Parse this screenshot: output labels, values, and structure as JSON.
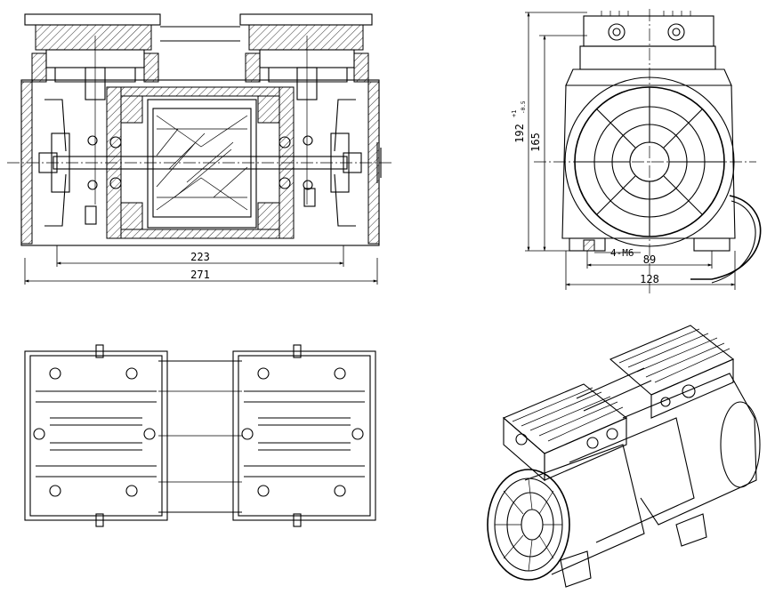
{
  "drawing": {
    "front_section_view": {
      "dimensions": {
        "inner_length": "223",
        "overall_length": "271"
      }
    },
    "side_view": {
      "dimensions": {
        "height_total": "192",
        "height_total_tolerance_sup": "+1",
        "height_total_tolerance_sub": "-0.5",
        "height_axis": "165",
        "foot_hole_spacing": "89",
        "overall_width": "128",
        "thread_callout": "4-M6"
      }
    },
    "top_view": {},
    "isometric_view": {}
  }
}
